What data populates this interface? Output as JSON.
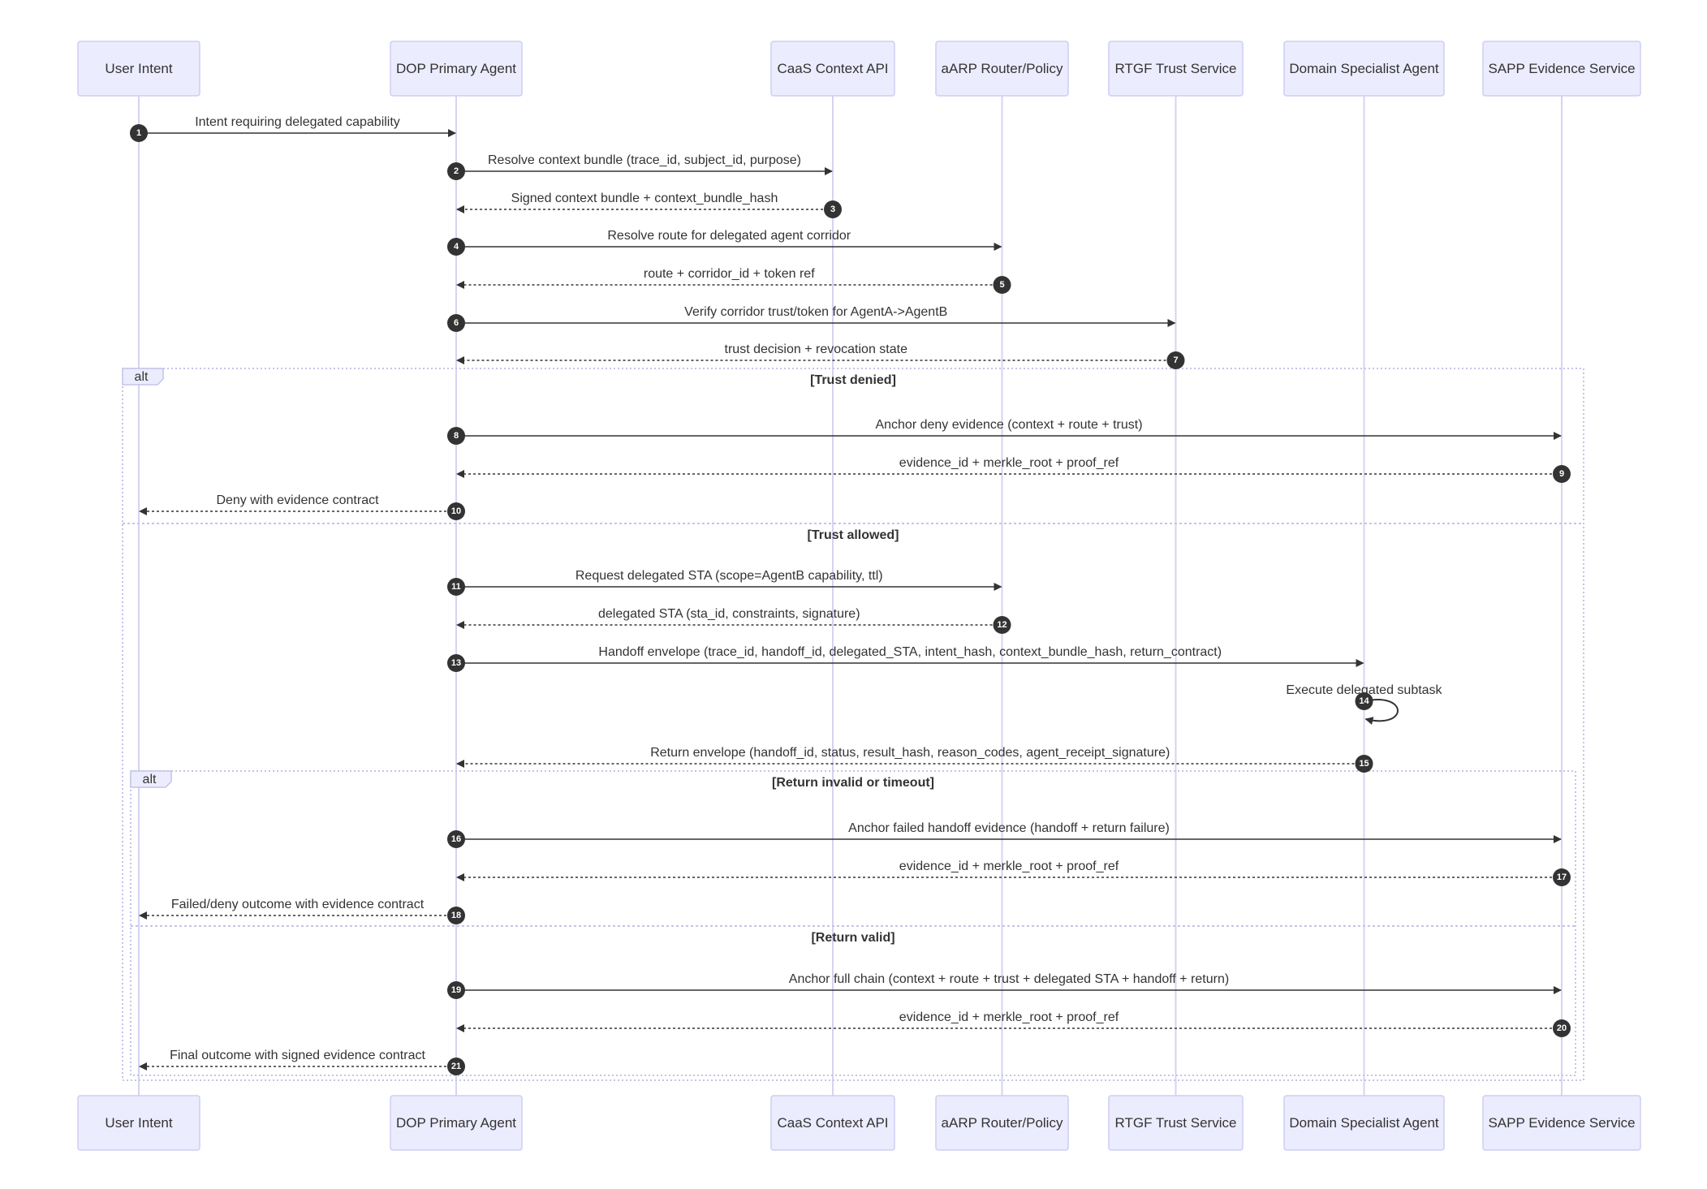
{
  "colors": {
    "actor_fill": "#ECECFF",
    "actor_stroke": "#CDCDF4",
    "lifeline": "#D4D4F0",
    "arrow": "#333333",
    "frame": "#C4C4E8",
    "badge": "#333333"
  },
  "actors": [
    {
      "id": "user",
      "label": "User Intent"
    },
    {
      "id": "dop",
      "label": "DOP Primary Agent"
    },
    {
      "id": "caas",
      "label": "CaaS Context API"
    },
    {
      "id": "aarp",
      "label": "aARP Router/Policy"
    },
    {
      "id": "rtgf",
      "label": "RTGF Trust Service"
    },
    {
      "id": "dsa",
      "label": "Domain Specialist Agent"
    },
    {
      "id": "sapp",
      "label": "SAPP Evidence Service"
    }
  ],
  "messages": [
    {
      "num": "1",
      "from": "user",
      "to": "dop",
      "dashed": false,
      "label": "Intent requiring delegated capability"
    },
    {
      "num": "2",
      "from": "dop",
      "to": "caas",
      "dashed": false,
      "label": "Resolve context bundle (trace_id, subject_id, purpose)"
    },
    {
      "num": "3",
      "from": "caas",
      "to": "dop",
      "dashed": true,
      "label": "Signed context bundle + context_bundle_hash"
    },
    {
      "num": "4",
      "from": "dop",
      "to": "aarp",
      "dashed": false,
      "label": "Resolve route for delegated agent corridor"
    },
    {
      "num": "5",
      "from": "aarp",
      "to": "dop",
      "dashed": true,
      "label": "route + corridor_id + token ref"
    },
    {
      "num": "6",
      "from": "dop",
      "to": "rtgf",
      "dashed": false,
      "label": "Verify corridor trust/token for AgentA->AgentB"
    },
    {
      "num": "7",
      "from": "rtgf",
      "to": "dop",
      "dashed": true,
      "label": "trust decision + revocation state"
    },
    {
      "num": "8",
      "from": "dop",
      "to": "sapp",
      "dashed": false,
      "label": "Anchor deny evidence (context + route + trust)"
    },
    {
      "num": "9",
      "from": "sapp",
      "to": "dop",
      "dashed": true,
      "label": "evidence_id + merkle_root + proof_ref"
    },
    {
      "num": "10",
      "from": "dop",
      "to": "user",
      "dashed": true,
      "label": "Deny with evidence contract"
    },
    {
      "num": "11",
      "from": "dop",
      "to": "aarp",
      "dashed": false,
      "label": "Request delegated STA (scope=AgentB capability, ttl)"
    },
    {
      "num": "12",
      "from": "aarp",
      "to": "dop",
      "dashed": true,
      "label": "delegated STA (sta_id, constraints, signature)"
    },
    {
      "num": "13",
      "from": "dop",
      "to": "dsa",
      "dashed": false,
      "label": "Handoff envelope (trace_id, handoff_id, delegated_STA, intent_hash, context_bundle_hash, return_contract)"
    },
    {
      "num": "14",
      "from": "dsa",
      "to": "dsa",
      "dashed": false,
      "label": "Execute delegated subtask"
    },
    {
      "num": "15",
      "from": "dsa",
      "to": "dop",
      "dashed": true,
      "label": "Return envelope (handoff_id, status, result_hash, reason_codes, agent_receipt_signature)"
    },
    {
      "num": "16",
      "from": "dop",
      "to": "sapp",
      "dashed": false,
      "label": "Anchor failed handoff evidence (handoff + return failure)"
    },
    {
      "num": "17",
      "from": "sapp",
      "to": "dop",
      "dashed": true,
      "label": "evidence_id + merkle_root + proof_ref"
    },
    {
      "num": "18",
      "from": "dop",
      "to": "user",
      "dashed": true,
      "label": "Failed/deny outcome with evidence contract"
    },
    {
      "num": "19",
      "from": "dop",
      "to": "sapp",
      "dashed": false,
      "label": "Anchor full chain (context + route + trust + delegated STA + handoff + return)"
    },
    {
      "num": "20",
      "from": "sapp",
      "to": "dop",
      "dashed": true,
      "label": "evidence_id + merkle_root + proof_ref"
    },
    {
      "num": "21",
      "from": "dop",
      "to": "user",
      "dashed": true,
      "label": "Final outcome with signed evidence contract"
    }
  ],
  "frames": [
    {
      "keyword": "alt",
      "sections": [
        "[Trust denied]",
        "[Trust allowed]"
      ]
    },
    {
      "keyword": "alt",
      "sections": [
        "[Return invalid or timeout]",
        "[Return valid]"
      ]
    }
  ]
}
